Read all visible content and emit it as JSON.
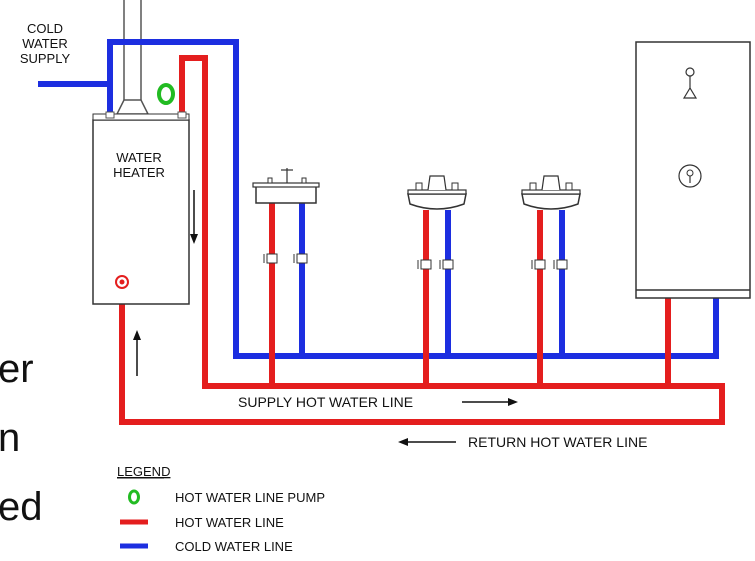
{
  "title_fragment": [
    "er",
    "n",
    "ed"
  ],
  "labels": {
    "cold_water_supply": [
      "COLD",
      "WATER",
      "SUPPLY"
    ],
    "water_heater": [
      "WATER",
      "HEATER"
    ],
    "supply_hot_water_line": "SUPPLY HOT WATER LINE",
    "return_hot_water_line": "RETURN HOT WATER LINE"
  },
  "legend": {
    "title": "LEGEND",
    "items": [
      {
        "label": "HOT WATER LINE PUMP",
        "symbol": "ring",
        "color": "#22bb22"
      },
      {
        "label": "HOT WATER LINE",
        "symbol": "line",
        "color": "#e41e1e"
      },
      {
        "label": "COLD WATER LINE",
        "symbol": "line",
        "color": "#1c2ee0"
      }
    ]
  },
  "colors": {
    "hot": "#e41e1e",
    "cold": "#1c2ee0",
    "pump": "#22bb22",
    "outline": "#333333"
  }
}
